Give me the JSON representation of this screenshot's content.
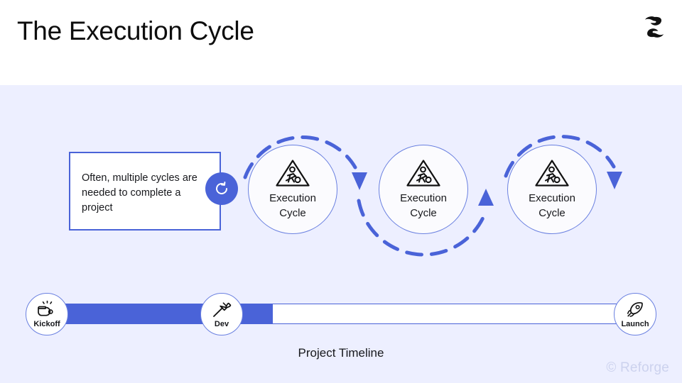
{
  "header": {
    "title": "The Execution Cycle",
    "logo_name": "reforge-logo"
  },
  "callout": {
    "text": "Often, multiple cycles are needed to complete a project",
    "badge_icon": "refresh-cycle-icon"
  },
  "cycles": [
    {
      "label_line1": "Execution",
      "label_line2": "Cycle",
      "icon": "work-in-progress-sign-icon"
    },
    {
      "label_line1": "Execution",
      "label_line2": "Cycle",
      "icon": "work-in-progress-sign-icon"
    },
    {
      "label_line1": "Execution",
      "label_line2": "Cycle",
      "icon": "work-in-progress-sign-icon"
    }
  ],
  "timeline": {
    "caption": "Project Timeline",
    "nodes": [
      {
        "label": "Kickoff",
        "icon": "whistle-icon"
      },
      {
        "label": "Dev",
        "icon": "hammer-icon"
      },
      {
        "label": "Launch",
        "icon": "rocket-icon"
      }
    ]
  },
  "watermark": {
    "text": "© Reforge"
  },
  "colors": {
    "accent_blue": "#4a63d8",
    "circle_outline": "#6a80e0",
    "panel_bg": "#edefff",
    "header_bg": "#ffffff",
    "text_dark": "#17181c",
    "watermark": "#ccd2ee"
  }
}
